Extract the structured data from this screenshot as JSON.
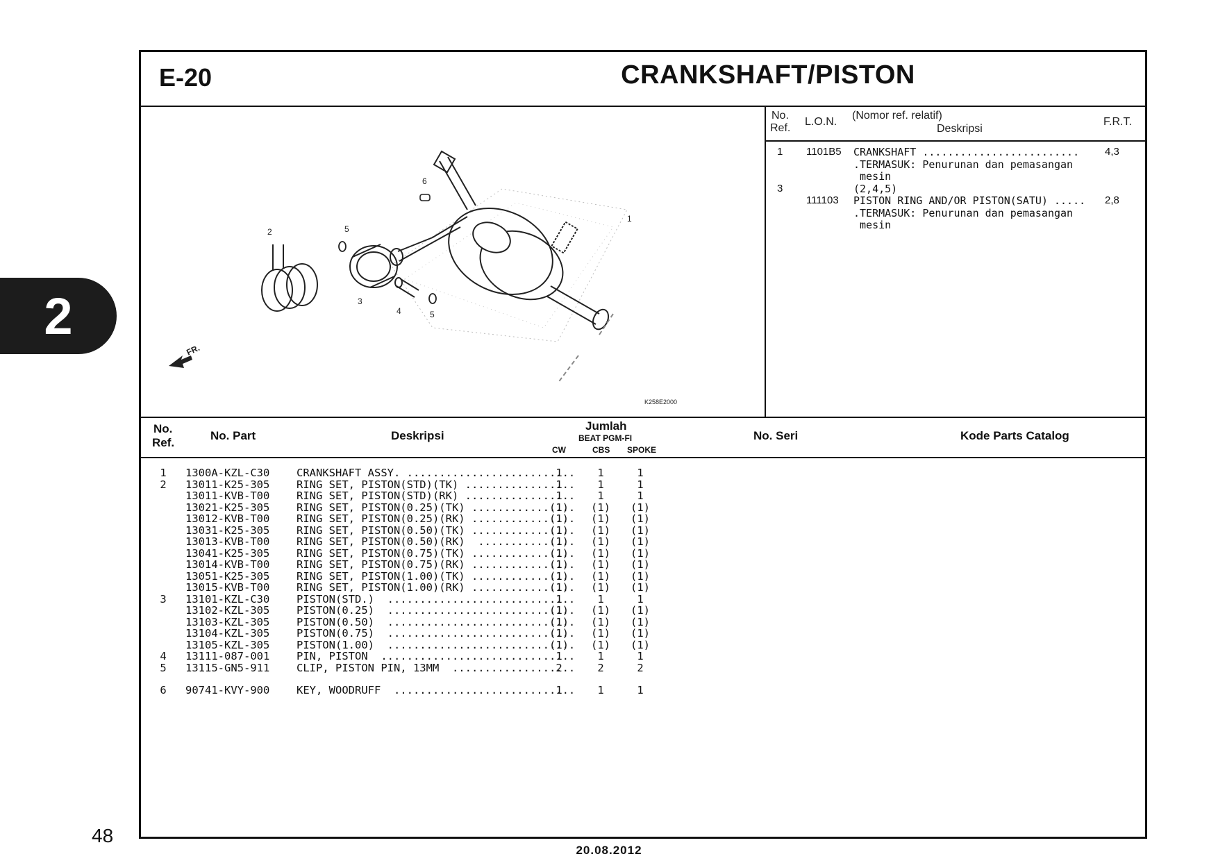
{
  "chapter_tab": "2",
  "page_number": "48",
  "footer_date": "20.08.2012",
  "section_code": "E-20",
  "section_title": "CRANKSHAFT/PISTON",
  "diagram": {
    "callouts": [
      "1",
      "2",
      "3",
      "4",
      "5",
      "5",
      "6"
    ],
    "front_label": "FR.",
    "figure_code": "K258E2000"
  },
  "relative": {
    "head_ref_line1": "No.",
    "head_ref_line2": "Ref.",
    "head_lon": "L.O.N.",
    "head_note": "(Nomor ref. relatif)",
    "head_desc": "Deskripsi",
    "head_frt": "F.R.T.",
    "rows": [
      {
        "ref": "1",
        "lon": "1101B5",
        "desc": "CRANKSHAFT .........................",
        "frt": "4,3"
      },
      {
        "ref": "",
        "lon": "",
        "desc": ".TERMASUK: Penurunan dan pemasangan",
        "frt": ""
      },
      {
        "ref": "",
        "lon": "",
        "desc": " mesin",
        "frt": ""
      },
      {
        "ref": "3",
        "lon": "",
        "desc": "(2,4,5)",
        "frt": ""
      },
      {
        "ref": "",
        "lon": "111103",
        "desc": "PISTON RING AND/OR PISTON(SATU) .....",
        "frt": "2,8"
      },
      {
        "ref": "",
        "lon": "",
        "desc": ".TERMASUK: Penurunan dan pemasangan",
        "frt": ""
      },
      {
        "ref": "",
        "lon": "",
        "desc": " mesin",
        "frt": ""
      }
    ]
  },
  "parts_header": {
    "ref_line1": "No.",
    "ref_line2": "Ref.",
    "part": "No. Part",
    "desc": "Deskripsi",
    "qty": "Jumlah",
    "model": "BEAT PGM-FI",
    "cw": "CW",
    "cbs": "CBS",
    "spoke": "SPOKE",
    "serial": "No. Seri",
    "catalog": "Kode Parts Catalog"
  },
  "parts": [
    {
      "ref": "1",
      "part": "1300A-KZL-C30",
      "desc": "CRANKSHAFT ASSY. ..........................",
      "cw": "1",
      "cbs": "1",
      "spoke": "1",
      "gap": 0
    },
    {
      "ref": "2",
      "part": "13011-K25-305",
      "desc": "RING SET, PISTON(STD)(TK) .................",
      "cw": "1",
      "cbs": "1",
      "spoke": "1",
      "gap": 0
    },
    {
      "ref": "",
      "part": "13011-KVB-T00",
      "desc": "RING SET, PISTON(STD)(RK) .................",
      "cw": "1",
      "cbs": "1",
      "spoke": "1",
      "gap": 0
    },
    {
      "ref": "",
      "part": "13021-K25-305",
      "desc": "RING SET, PISTON(0.25)(TK) ................",
      "cw": "(1)",
      "cbs": "(1)",
      "spoke": "(1)",
      "gap": 0
    },
    {
      "ref": "",
      "part": "13012-KVB-T00",
      "desc": "RING SET, PISTON(0.25)(RK) ................",
      "cw": "(1)",
      "cbs": "(1)",
      "spoke": "(1)",
      "gap": 0
    },
    {
      "ref": "",
      "part": "13031-K25-305",
      "desc": "RING SET, PISTON(0.50)(TK) ................",
      "cw": "(1)",
      "cbs": "(1)",
      "spoke": "(1)",
      "gap": 0
    },
    {
      "ref": "",
      "part": "13013-KVB-T00",
      "desc": "RING SET, PISTON(0.50)(RK)  ...............",
      "cw": "(1)",
      "cbs": "(1)",
      "spoke": "(1)",
      "gap": 0
    },
    {
      "ref": "",
      "part": "13041-K25-305",
      "desc": "RING SET, PISTON(0.75)(TK) ................",
      "cw": "(1)",
      "cbs": "(1)",
      "spoke": "(1)",
      "gap": 0
    },
    {
      "ref": "",
      "part": "13014-KVB-T00",
      "desc": "RING SET, PISTON(0.75)(RK) ................",
      "cw": "(1)",
      "cbs": "(1)",
      "spoke": "(1)",
      "gap": 0
    },
    {
      "ref": "",
      "part": "13051-K25-305",
      "desc": "RING SET, PISTON(1.00)(TK) ................",
      "cw": "(1)",
      "cbs": "(1)",
      "spoke": "(1)",
      "gap": 0
    },
    {
      "ref": "",
      "part": "13015-KVB-T00",
      "desc": "RING SET, PISTON(1.00)(RK) ................",
      "cw": "(1)",
      "cbs": "(1)",
      "spoke": "(1)",
      "gap": 0
    },
    {
      "ref": "3",
      "part": "13101-KZL-C30",
      "desc": "PISTON(STD.)  .............................",
      "cw": "1",
      "cbs": "1",
      "spoke": "1",
      "gap": 0
    },
    {
      "ref": "",
      "part": "13102-KZL-305",
      "desc": "PISTON(0.25)  .............................",
      "cw": "(1)",
      "cbs": "(1)",
      "spoke": "(1)",
      "gap": 0
    },
    {
      "ref": "",
      "part": "13103-KZL-305",
      "desc": "PISTON(0.50)  .............................",
      "cw": "(1)",
      "cbs": "(1)",
      "spoke": "(1)",
      "gap": 0
    },
    {
      "ref": "",
      "part": "13104-KZL-305",
      "desc": "PISTON(0.75)  .............................",
      "cw": "(1)",
      "cbs": "(1)",
      "spoke": "(1)",
      "gap": 0
    },
    {
      "ref": "",
      "part": "13105-KZL-305",
      "desc": "PISTON(1.00)  .............................",
      "cw": "(1)",
      "cbs": "(1)",
      "spoke": "(1)",
      "gap": 0
    },
    {
      "ref": "4",
      "part": "13111-087-001",
      "desc": "PIN, PISTON  ..............................",
      "cw": "1",
      "cbs": "1",
      "spoke": "1",
      "gap": 0
    },
    {
      "ref": "5",
      "part": "13115-GN5-911",
      "desc": "CLIP, PISTON PIN, 13MM  ...................",
      "cw": "2",
      "cbs": "2",
      "spoke": "2",
      "gap": 0
    },
    {
      "ref": "6",
      "part": "90741-KVY-900",
      "desc": "KEY, WOODRUFF  ............................",
      "cw": "1",
      "cbs": "1",
      "spoke": "1",
      "gap": 1
    }
  ]
}
